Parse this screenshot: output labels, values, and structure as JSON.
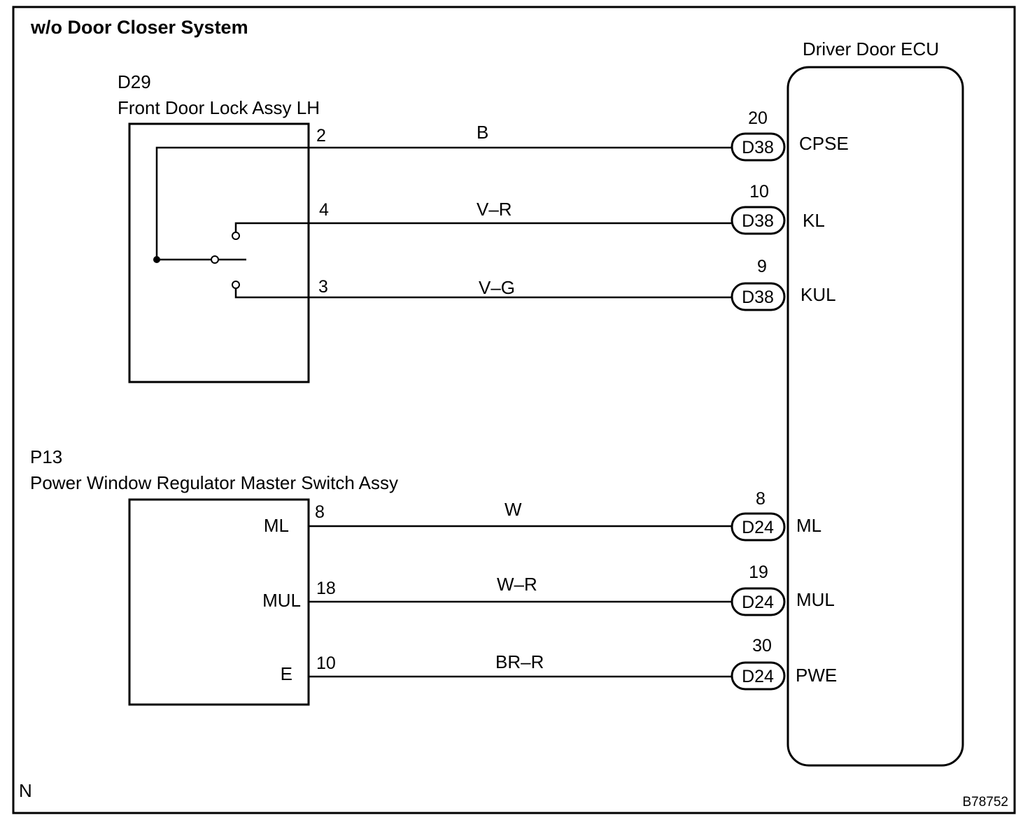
{
  "title": "w/o Door Closer System",
  "ecu": {
    "name": "Driver Door ECU",
    "terminals": [
      {
        "pin": "20",
        "connector": "D38",
        "signal": "CPSE"
      },
      {
        "pin": "10",
        "connector": "D38",
        "signal": "KL"
      },
      {
        "pin": "9",
        "connector": "D38",
        "signal": "KUL"
      },
      {
        "pin": "8",
        "connector": "D24",
        "signal": "ML"
      },
      {
        "pin": "19",
        "connector": "D24",
        "signal": "MUL"
      },
      {
        "pin": "30",
        "connector": "D24",
        "signal": "PWE"
      }
    ]
  },
  "door_lock": {
    "code": "D29",
    "name": "Front Door Lock Assy LH",
    "pins": [
      "2",
      "4",
      "3"
    ]
  },
  "master_switch": {
    "code": "P13",
    "name": "Power Window Regulator Master Switch Assy",
    "terminals": [
      {
        "pin": "8",
        "signal": "ML"
      },
      {
        "pin": "18",
        "signal": "MUL"
      },
      {
        "pin": "10",
        "signal": "E"
      }
    ]
  },
  "wires": [
    "B",
    "V–R",
    "V–G",
    "W",
    "W–R",
    "BR–R"
  ],
  "footer": {
    "left": "N",
    "right": "B78752"
  }
}
